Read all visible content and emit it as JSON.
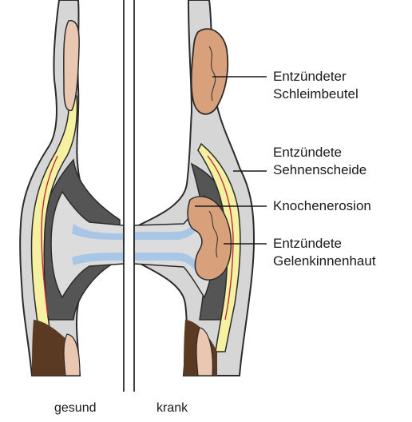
{
  "labels": {
    "schleimbeutel_1": "Entzündeter",
    "schleimbeutel_2": "Schleimbeutel",
    "sehnenscheide_1": "Entzündete",
    "sehnenscheide_2": "Sehnenscheide",
    "knochenerosion": "Knochenerosion",
    "gelenkinnenhaut_1": "Entzündete",
    "gelenkinnenhaut_2": "Gelenkinnenhaut"
  },
  "captions": {
    "left": "gesund",
    "right": "krank"
  },
  "colors": {
    "skin": "#d6d6d6",
    "outline": "#2b2b2b",
    "tissue_dark": "#555555",
    "tendon_yellow": "#f6f1a0",
    "tendon_red_line": "#c0283c",
    "bone": "#dcdcdc",
    "cartilage": "#a8c7e6",
    "inflamed": "#d9a07c",
    "muscle": "#5a3a22",
    "bursa": "#e9c7b0"
  }
}
